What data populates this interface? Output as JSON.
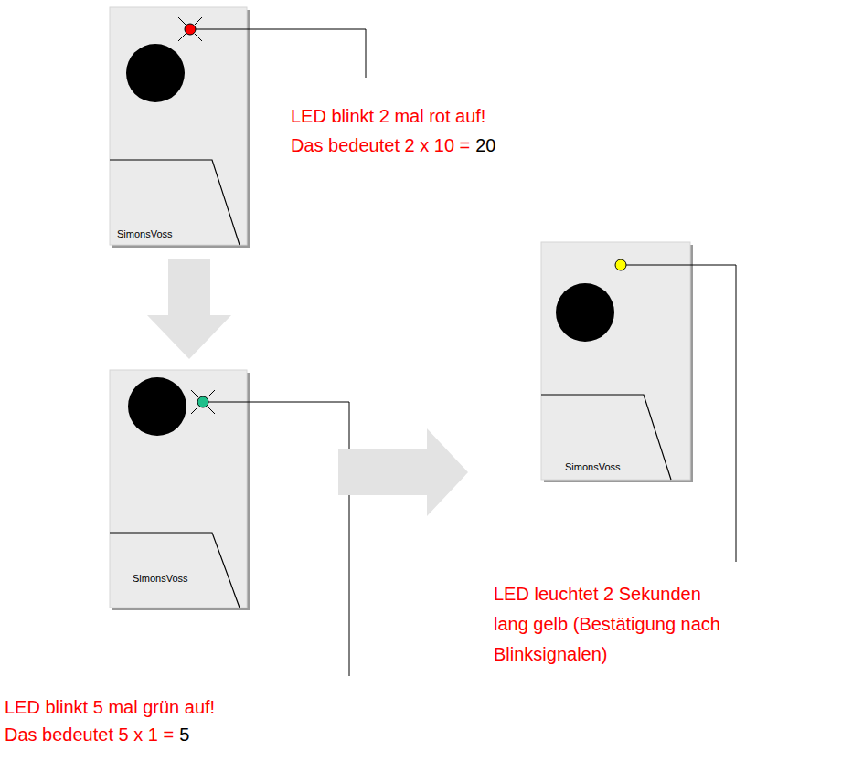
{
  "diagram": {
    "nodes": [
      {
        "text": [
          "SimonsVoss"
        ]
      },
      {
        "text": [
          "SimonsVoss"
        ]
      },
      {
        "text": [
          "SimonsVoss"
        ]
      }
    ],
    "edges": [
      {
        "from": 0,
        "to": 1,
        "arrow": "to"
      },
      {
        "from": 1,
        "to": 2,
        "arrow": "to"
      }
    ],
    "labels": [
      "LED blinkt 2 mal rot auf!",
      "Das bedeutet 2 x 10 =",
      "20",
      "LED blinkt 5 mal grün auf!",
      "Das bedeutet 5 x 1 =",
      "5",
      "LED leuchtet 2 Sekunden lang gelb (Bestätigung nach Blinksignalen)"
    ]
  }
}
